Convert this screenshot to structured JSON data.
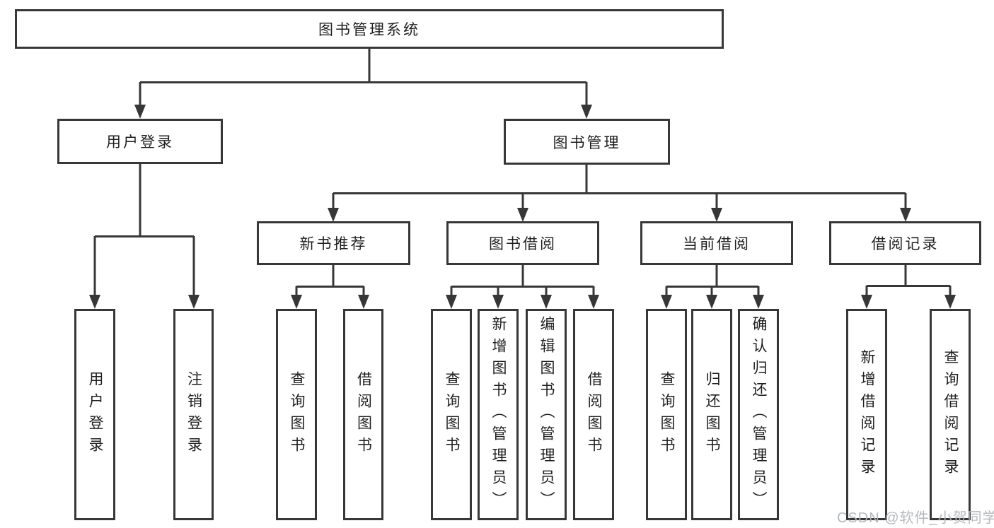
{
  "diagram": {
    "type": "tree",
    "title": "图书管理系统",
    "watermark": "CSDN @软件_小贺同学",
    "colors": {
      "line": "#373737",
      "box_border": "#373737",
      "box_fill": "#ffffff",
      "text": "#1f1f1f",
      "background": "#ffffff",
      "watermark": "#b2b6ba"
    },
    "nodes": {
      "root": {
        "label": "图书管理系统",
        "children": [
          "user_login",
          "book_mgmt"
        ]
      },
      "user_login": {
        "label": "用户登录",
        "children": [
          "leaf_user_login",
          "leaf_logout"
        ]
      },
      "book_mgmt": {
        "label": "图书管理",
        "children": [
          "new_book_rec",
          "book_borrow",
          "current_borrow",
          "borrow_record"
        ]
      },
      "new_book_rec": {
        "label": "新书推荐",
        "children": [
          "nb_query_book",
          "nb_borrow_book"
        ]
      },
      "book_borrow": {
        "label": "图书借阅",
        "children": [
          "bb_query_book",
          "bb_add_book",
          "bb_edit_book",
          "bb_borrow_book"
        ]
      },
      "current_borrow": {
        "label": "当前借阅",
        "children": [
          "cb_query_book",
          "cb_return_book",
          "cb_confirm_return"
        ]
      },
      "borrow_record": {
        "label": "借阅记录",
        "children": [
          "br_add_record",
          "br_query_record"
        ]
      },
      "leaf_user_login": {
        "label": "用户登录"
      },
      "leaf_logout": {
        "label": "注销登录"
      },
      "nb_query_book": {
        "label": "查询图书"
      },
      "nb_borrow_book": {
        "label": "借阅图书"
      },
      "bb_query_book": {
        "label": "查询图书"
      },
      "bb_add_book": {
        "label": "新增图书（管理员）"
      },
      "bb_edit_book": {
        "label": "编辑图书（管理员）"
      },
      "bb_borrow_book": {
        "label": "借阅图书"
      },
      "cb_query_book": {
        "label": "查询图书"
      },
      "cb_return_book": {
        "label": "归还图书"
      },
      "cb_confirm_return": {
        "label": "确认归还（管理员）"
      },
      "br_add_record": {
        "label": "新增借阅记录"
      },
      "br_query_record": {
        "label": "查询借阅记录"
      }
    }
  }
}
